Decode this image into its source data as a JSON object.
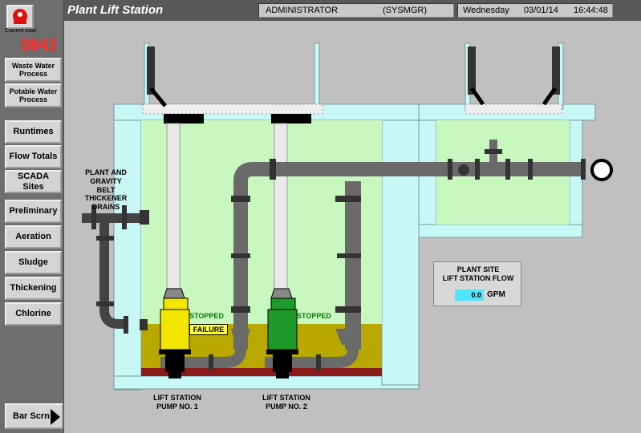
{
  "sidebar": {
    "counter_label": "Current total:",
    "counter_value": "0043",
    "buttons": {
      "waste_water": "Waste Water Process",
      "potable_water": "Potable Water Process",
      "runtimes": "Runtimes",
      "flow_totals": "Flow Totals",
      "scada_sites": "SCADA Sites",
      "preliminary": "Preliminary",
      "aeration": "Aeration",
      "sludge": "Sludge",
      "thickening": "Thickening",
      "chlorine": "Chlorine",
      "bar_scrn": "Bar Scrn"
    }
  },
  "header": {
    "title": "Plant Lift Station",
    "user": "ADMINISTRATOR",
    "role": "(SYSMGR)",
    "day": "Wednesday",
    "date": "03/01/14",
    "time": "16:44:48"
  },
  "diagram": {
    "drains_label_1": "PLANT AND",
    "drains_label_2": "GRAVITY BELT",
    "drains_label_3": "THICKENER",
    "drains_label_4": "DRAINS",
    "pump1_status": "STOPPED",
    "pump1_alarm": "FAILURE",
    "pump2_status": "STOPPED",
    "pump1_label_1": "LIFT STATION",
    "pump1_label_2": "PUMP NO. 1",
    "pump2_label_1": "LIFT STATION",
    "pump2_label_2": "PUMP NO. 2"
  },
  "flow_panel": {
    "title_1": "PLANT SITE",
    "title_2": "LIFT STATION FLOW",
    "value": "0.0",
    "unit": "GPM"
  },
  "colors": {
    "water": "#c8f7c0",
    "sludge": "#b8a800",
    "pump1": "#f2e600",
    "pump2": "#1e9a2a",
    "pipe": "#6a6a6a",
    "flow_value_bg": "#4fe7ff"
  }
}
